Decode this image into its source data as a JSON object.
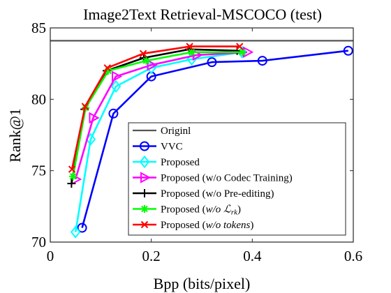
{
  "chart_data": {
    "type": "line",
    "title": "Image2Text Retrieval-MSCOCO (test)",
    "xlabel": "Bpp (bits/pixel)",
    "ylabel": "Rank@1",
    "xlim": [
      0,
      0.6
    ],
    "ylim": [
      70,
      85
    ],
    "xticks": [
      0,
      0.2,
      0.4,
      0.6
    ],
    "xtick_labels": [
      "0",
      "0.2",
      "0.4",
      "0.6"
    ],
    "yticks": [
      70,
      75,
      80,
      85
    ],
    "ytick_labels": [
      "70",
      "75",
      "80",
      "85"
    ],
    "grid": false,
    "legend_position": "lower-right",
    "series": [
      {
        "name": "Originl",
        "color": "#555555",
        "marker": "none",
        "x": [
          0,
          0.6
        ],
        "y": [
          84.1,
          84.1
        ]
      },
      {
        "name": "VVC",
        "color": "#0000ff",
        "marker": "circle",
        "x": [
          0.063,
          0.125,
          0.2,
          0.32,
          0.42,
          0.59
        ],
        "y": [
          71.0,
          79.0,
          81.6,
          82.6,
          82.7,
          83.4
        ]
      },
      {
        "name": "Proposed",
        "color": "#00ffff",
        "marker": "diamond",
        "x": [
          0.05,
          0.08,
          0.13,
          0.2,
          0.28,
          0.38
        ],
        "y": [
          70.7,
          77.2,
          80.9,
          82.2,
          82.8,
          83.3
        ]
      },
      {
        "name": "Proposed (w/o Codec Training)",
        "color": "#ff00ff",
        "marker": "triangle-right",
        "x": [
          0.05,
          0.085,
          0.13,
          0.2,
          0.29,
          0.39
        ],
        "y": [
          74.4,
          78.7,
          81.6,
          82.4,
          83.1,
          83.3
        ]
      },
      {
        "name": "Proposed (w/o Pre-editing)",
        "color": "#000000",
        "marker": "plus",
        "x": [
          0.042,
          0.068,
          0.112,
          0.185,
          0.275,
          0.37
        ],
        "y": [
          74.1,
          79.3,
          82.0,
          82.9,
          83.5,
          83.4
        ]
      },
      {
        "name": "Proposed (w/o ℒ_rk)",
        "color": "#00ff00",
        "marker": "asterisk",
        "x": [
          0.045,
          0.07,
          0.115,
          0.19,
          0.28,
          0.38
        ],
        "y": [
          74.6,
          79.4,
          82.0,
          82.7,
          83.3,
          83.3
        ]
      },
      {
        "name": "Proposed (w/o tokens)",
        "color": "#ff0000",
        "marker": "x",
        "x": [
          0.043,
          0.069,
          0.113,
          0.184,
          0.276,
          0.375
        ],
        "y": [
          75.1,
          79.5,
          82.2,
          83.2,
          83.7,
          83.7
        ]
      }
    ],
    "legend_labels": [
      {
        "prefix": "Originl",
        "italic": "",
        "sub": "",
        "suffix": ""
      },
      {
        "prefix": "VVC",
        "italic": "",
        "sub": "",
        "suffix": ""
      },
      {
        "prefix": "Proposed",
        "italic": "",
        "sub": "",
        "suffix": ""
      },
      {
        "prefix": "Proposed (w/o Codec Training)",
        "italic": "",
        "sub": "",
        "suffix": ""
      },
      {
        "prefix": "Proposed (w/o Pre-editing)",
        "italic": "",
        "sub": "",
        "suffix": ""
      },
      {
        "prefix": "Proposed (",
        "italic": "w/o ",
        "script": "ℒ",
        "sub": "rk",
        "suffix": ")"
      },
      {
        "prefix": "Proposed (",
        "italic": "w/o tokens",
        "sub": "",
        "suffix": ")"
      }
    ]
  }
}
